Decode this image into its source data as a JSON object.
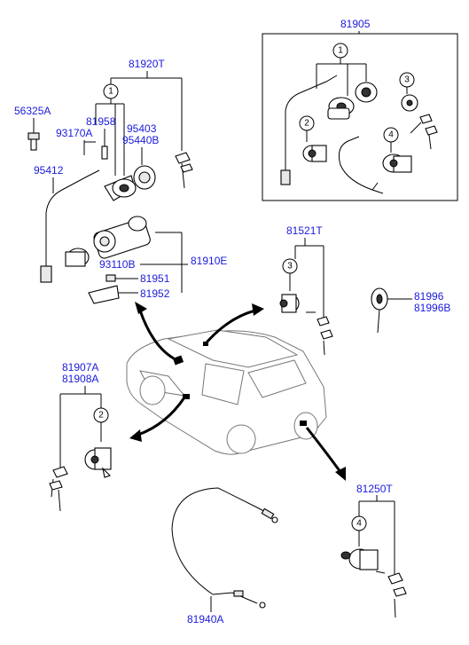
{
  "labels": {
    "l81905": "81905",
    "l81920T": "81920T",
    "l56325A": "56325A",
    "l81958": "81958",
    "l93170A": "93170A",
    "l95403": "95403",
    "l95440B": "95440B",
    "l95412": "95412",
    "l93110B": "93110B",
    "l81910E": "81910E",
    "l81951": "81951",
    "l81952": "81952",
    "l81521T": "81521T",
    "l81996": "81996",
    "l81996B": "81996B",
    "l81907A": "81907A",
    "l81908A": "81908A",
    "l81250T": "81250T",
    "l81940A": "81940A"
  },
  "callouts": {
    "c1a": "1",
    "c1b": "1",
    "c2a": "2",
    "c2b": "2",
    "c3a": "3",
    "c3b": "3",
    "c4a": "4",
    "c4b": "4"
  }
}
